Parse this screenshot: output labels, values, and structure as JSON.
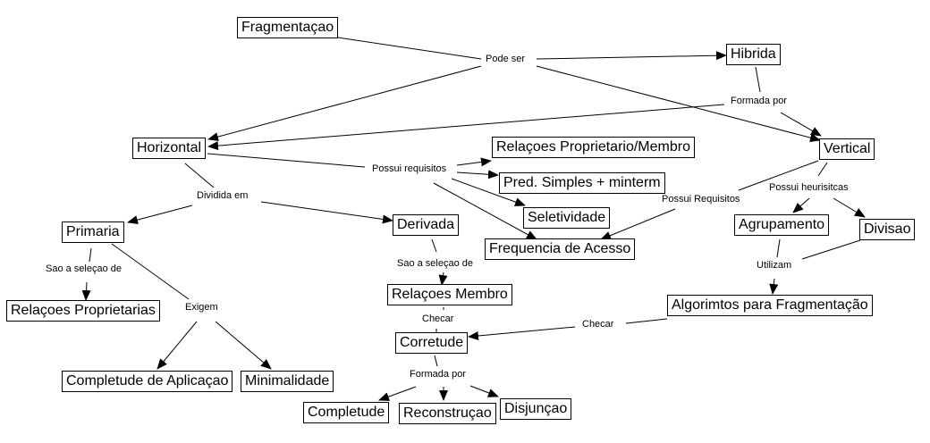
{
  "nodes": {
    "fragmentacao": "Fragmentaçao",
    "hibrida": "Hibrida",
    "horizontal": "Horizontal",
    "vertical": "Vertical",
    "relacoes_prop_membro": "Relaçoes Proprietario/Membro",
    "pred_simples": "Pred. Simples + minterm",
    "seletividade": "Seletividade",
    "frequencia": "Frequencia de Acesso",
    "primaria": "Primaria",
    "derivada": "Derivada",
    "agrupamento": "Agrupamento",
    "divisao": "Divisao",
    "relacoes_proprietarias": "Relaçoes Proprietarias",
    "relacoes_membro": "Relaçoes Membro",
    "algoritmos": "Algorimtos para Fragmentação",
    "corretude": "Corretude",
    "completude_aplicacao": "Completude de Aplicaçao",
    "minimalidade": "Minimalidade",
    "completude": "Completude",
    "reconstrucao": "Reconstruçao",
    "disjuncao": "Disjunçao"
  },
  "links": {
    "pode_ser": "Pode ser",
    "formada_por_top": "Formada por",
    "possui_requisitos": "Possui requisitos",
    "possui_requisitos_v": "Possui Requisitos",
    "possui_heuristicas": "Possui heurisitcas",
    "dividida_em": "Dividida em",
    "sao_selecao_primaria": "Sao a seleçao de",
    "sao_selecao_derivada": "Sao a seleçao de",
    "exigem": "Exigem",
    "utilizam": "Utilizam",
    "checar_membro": "Checar",
    "checar_algoritmos": "Checar",
    "formada_por_corretude": "Formada por"
  },
  "colors": {
    "line": "#000000",
    "background": "#ffffff"
  }
}
